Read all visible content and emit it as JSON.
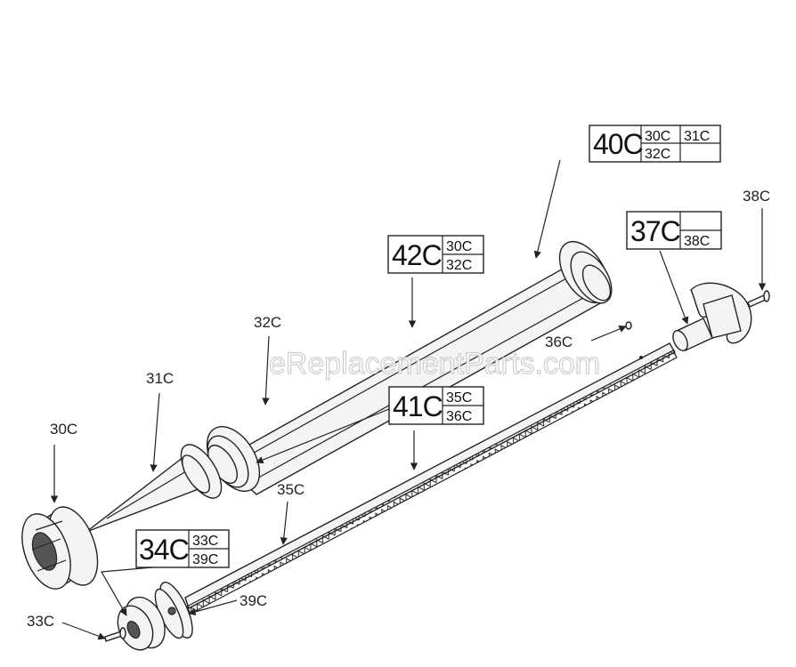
{
  "watermark": "eReplacementParts.com",
  "callouts": {
    "c30": "30C",
    "c31": "31C",
    "c32": "32C",
    "c33": "33C",
    "c35": "35C",
    "c36": "36C",
    "c38": "38C",
    "c39": "39C"
  },
  "kits": {
    "k40": {
      "main": "40C",
      "cells": [
        "30C",
        "31C",
        "32C",
        ""
      ]
    },
    "k42": {
      "main": "42C",
      "cells": [
        "30C",
        "32C"
      ]
    },
    "k37": {
      "main": "37C",
      "cells": [
        "",
        "38C"
      ]
    },
    "k41": {
      "main": "41C",
      "cells": [
        "35C",
        "36C"
      ]
    },
    "k34": {
      "main": "34C",
      "cells": [
        "33C",
        "39C"
      ]
    }
  }
}
